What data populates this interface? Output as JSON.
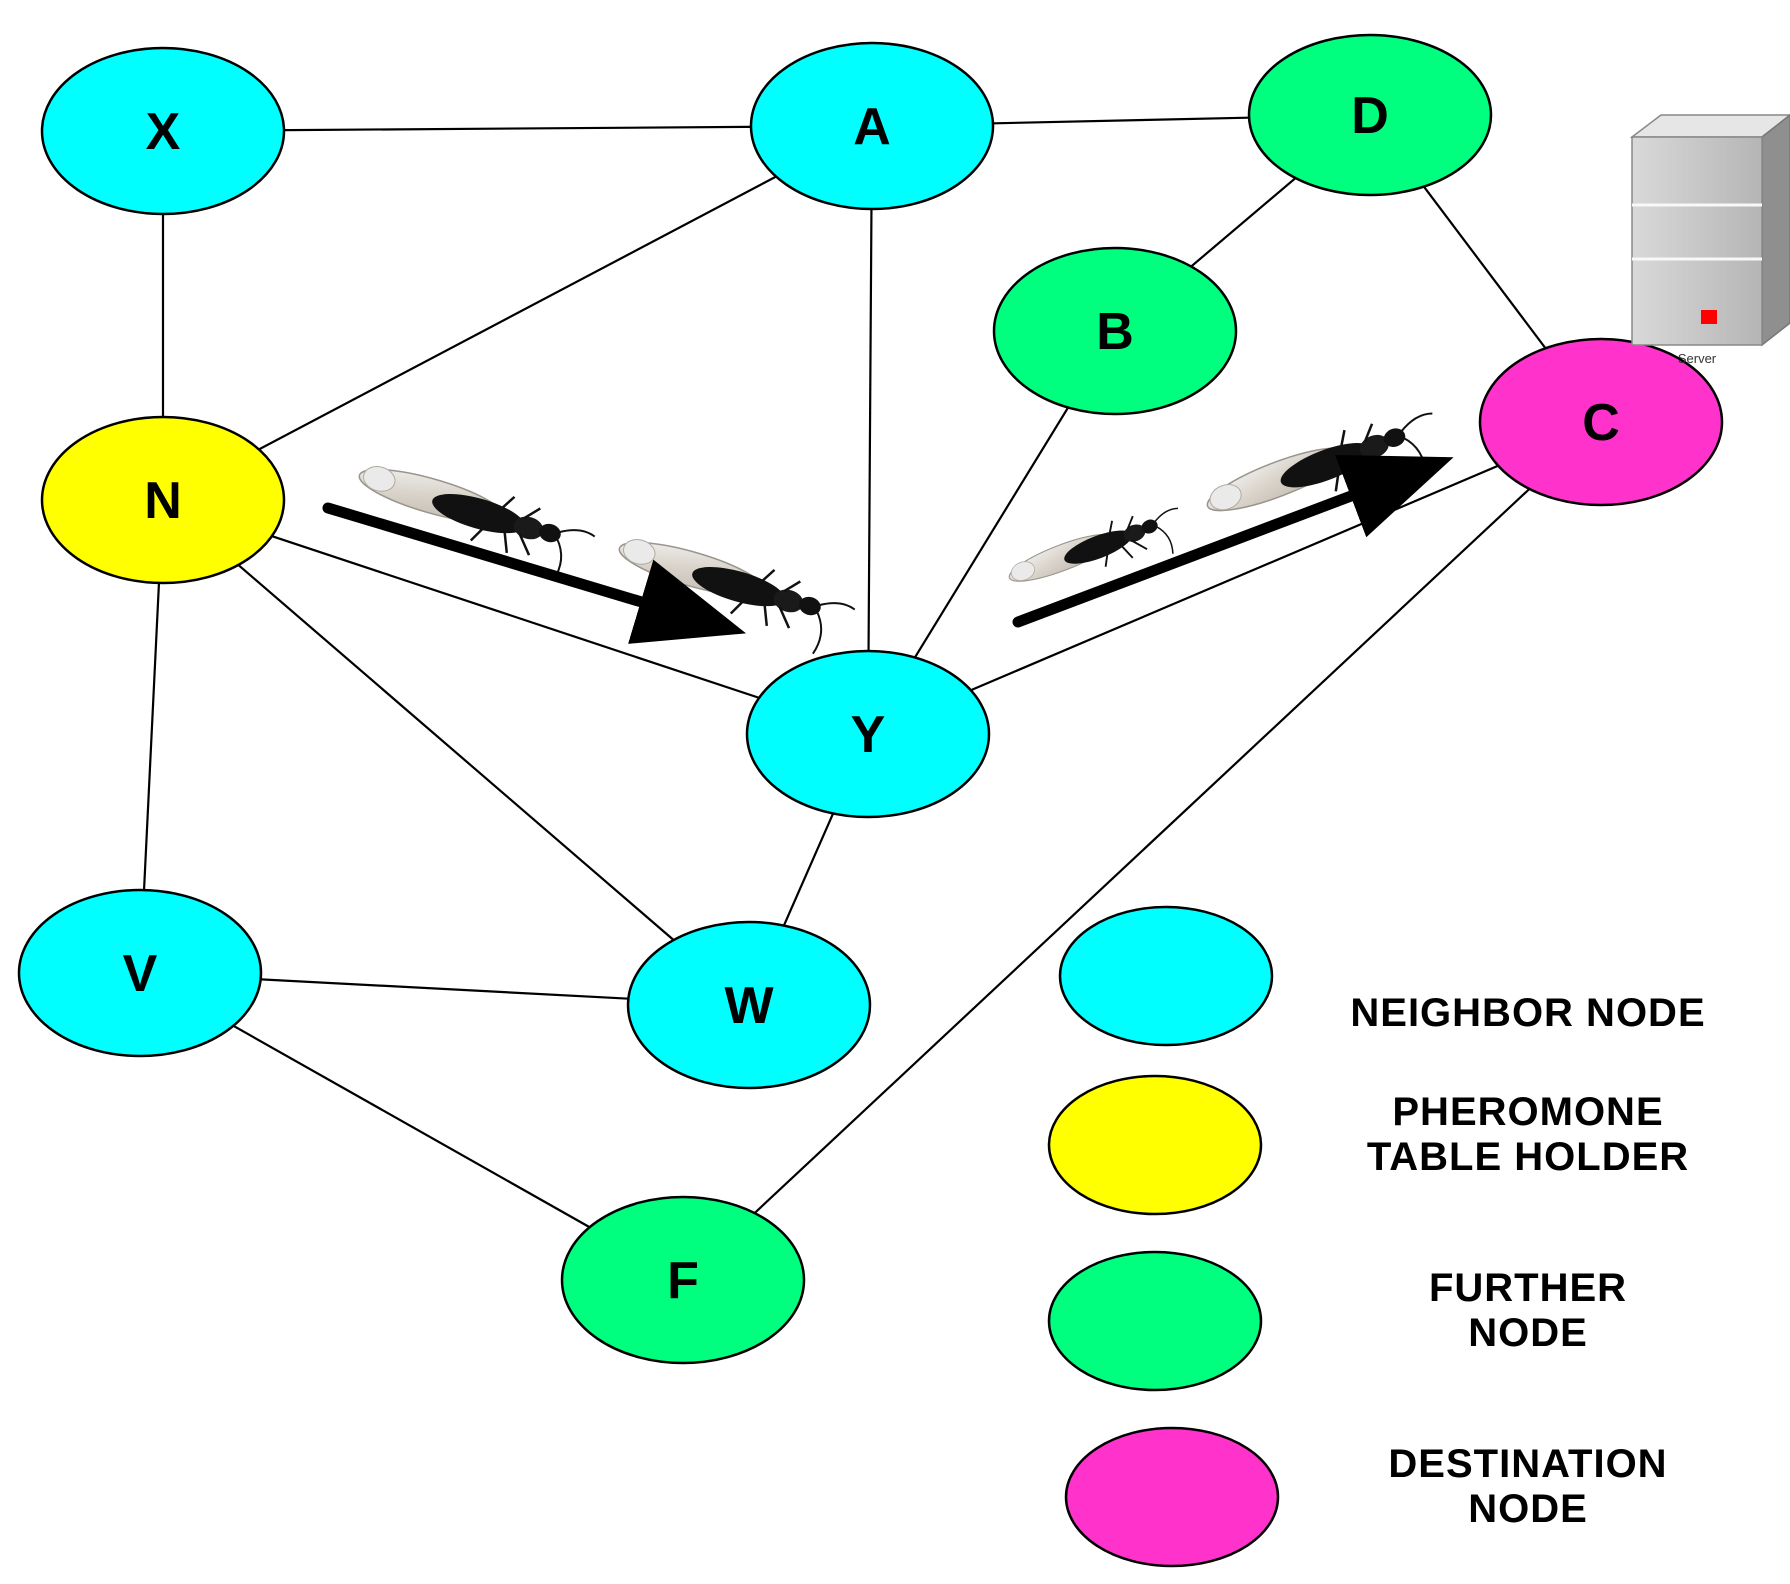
{
  "colors": {
    "neighbor": "#00FFFF",
    "pheromone_holder": "#FFFF00",
    "further": "#00FF7F",
    "destination": "#FF33CC"
  },
  "nodes": [
    {
      "id": "X",
      "label": "X",
      "role": "neighbor"
    },
    {
      "id": "A",
      "label": "A",
      "role": "neighbor"
    },
    {
      "id": "D",
      "label": "D",
      "role": "further"
    },
    {
      "id": "B",
      "label": "B",
      "role": "further"
    },
    {
      "id": "C",
      "label": "C",
      "role": "destination"
    },
    {
      "id": "N",
      "label": "N",
      "role": "pheromone_holder"
    },
    {
      "id": "Y",
      "label": "Y",
      "role": "neighbor"
    },
    {
      "id": "V",
      "label": "V",
      "role": "neighbor"
    },
    {
      "id": "W",
      "label": "W",
      "role": "neighbor"
    },
    {
      "id": "F",
      "label": "F",
      "role": "further"
    }
  ],
  "edges": [
    [
      "X",
      "A"
    ],
    [
      "X",
      "N"
    ],
    [
      "A",
      "D"
    ],
    [
      "A",
      "N"
    ],
    [
      "A",
      "Y"
    ],
    [
      "D",
      "B"
    ],
    [
      "D",
      "C"
    ],
    [
      "B",
      "Y"
    ],
    [
      "N",
      "Y"
    ],
    [
      "N",
      "W"
    ],
    [
      "N",
      "V"
    ],
    [
      "Y",
      "C"
    ],
    [
      "Y",
      "W"
    ],
    [
      "V",
      "W"
    ],
    [
      "V",
      "F"
    ],
    [
      "F",
      "C"
    ]
  ],
  "arrows": [
    {
      "from_node": "N",
      "to_node": "Y",
      "icon": "ant-icon"
    },
    {
      "from_node": "Y",
      "to_node": "C",
      "icon": "ant-icon"
    }
  ],
  "server": {
    "icon": "server-icon",
    "label": "Server"
  },
  "legend": [
    {
      "role": "neighbor",
      "lines": [
        "NEIGHBOR NODE"
      ]
    },
    {
      "role": "pheromone_holder",
      "lines": [
        "PHEROMONE",
        "TABLE HOLDER"
      ]
    },
    {
      "role": "further",
      "lines": [
        "FURTHER",
        "NODE"
      ]
    },
    {
      "role": "destination",
      "lines": [
        "DESTINATION",
        "NODE"
      ]
    }
  ]
}
